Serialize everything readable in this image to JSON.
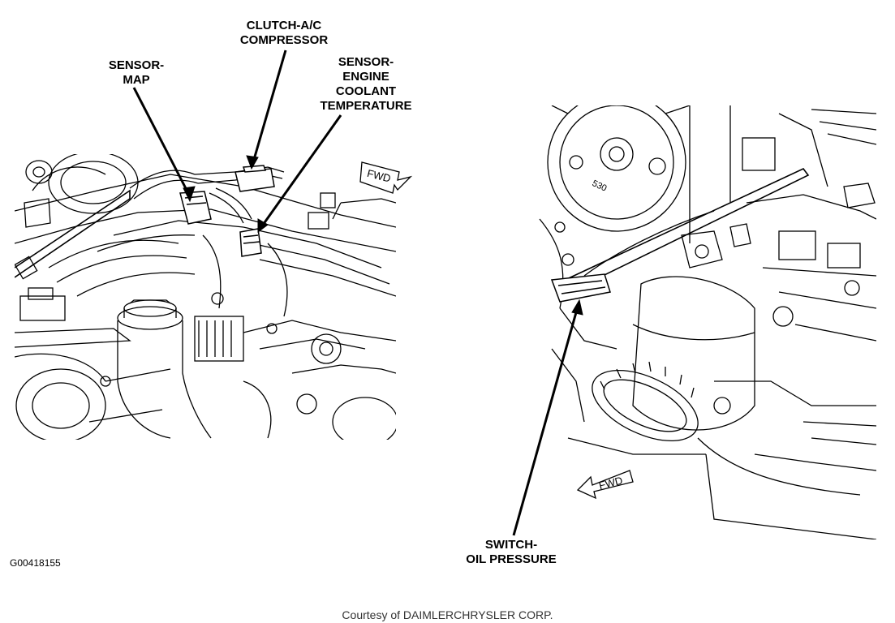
{
  "labels": {
    "clutch": [
      "CLUTCH-A/C",
      "COMPRESSOR"
    ],
    "map": [
      "SENSOR-",
      "MAP"
    ],
    "coolant": [
      "SENSOR-",
      "ENGINE",
      "COOLANT",
      "TEMPERATURE"
    ],
    "oil": [
      "SWITCH-",
      "OIL PRESSURE"
    ]
  },
  "fwd": "FWD",
  "bolt_mark": "530",
  "figure_id": "G00418155",
  "courtesy": {
    "prefix": "Courtesy of",
    "company": "DAIMLERCHRYSLER CORP."
  }
}
